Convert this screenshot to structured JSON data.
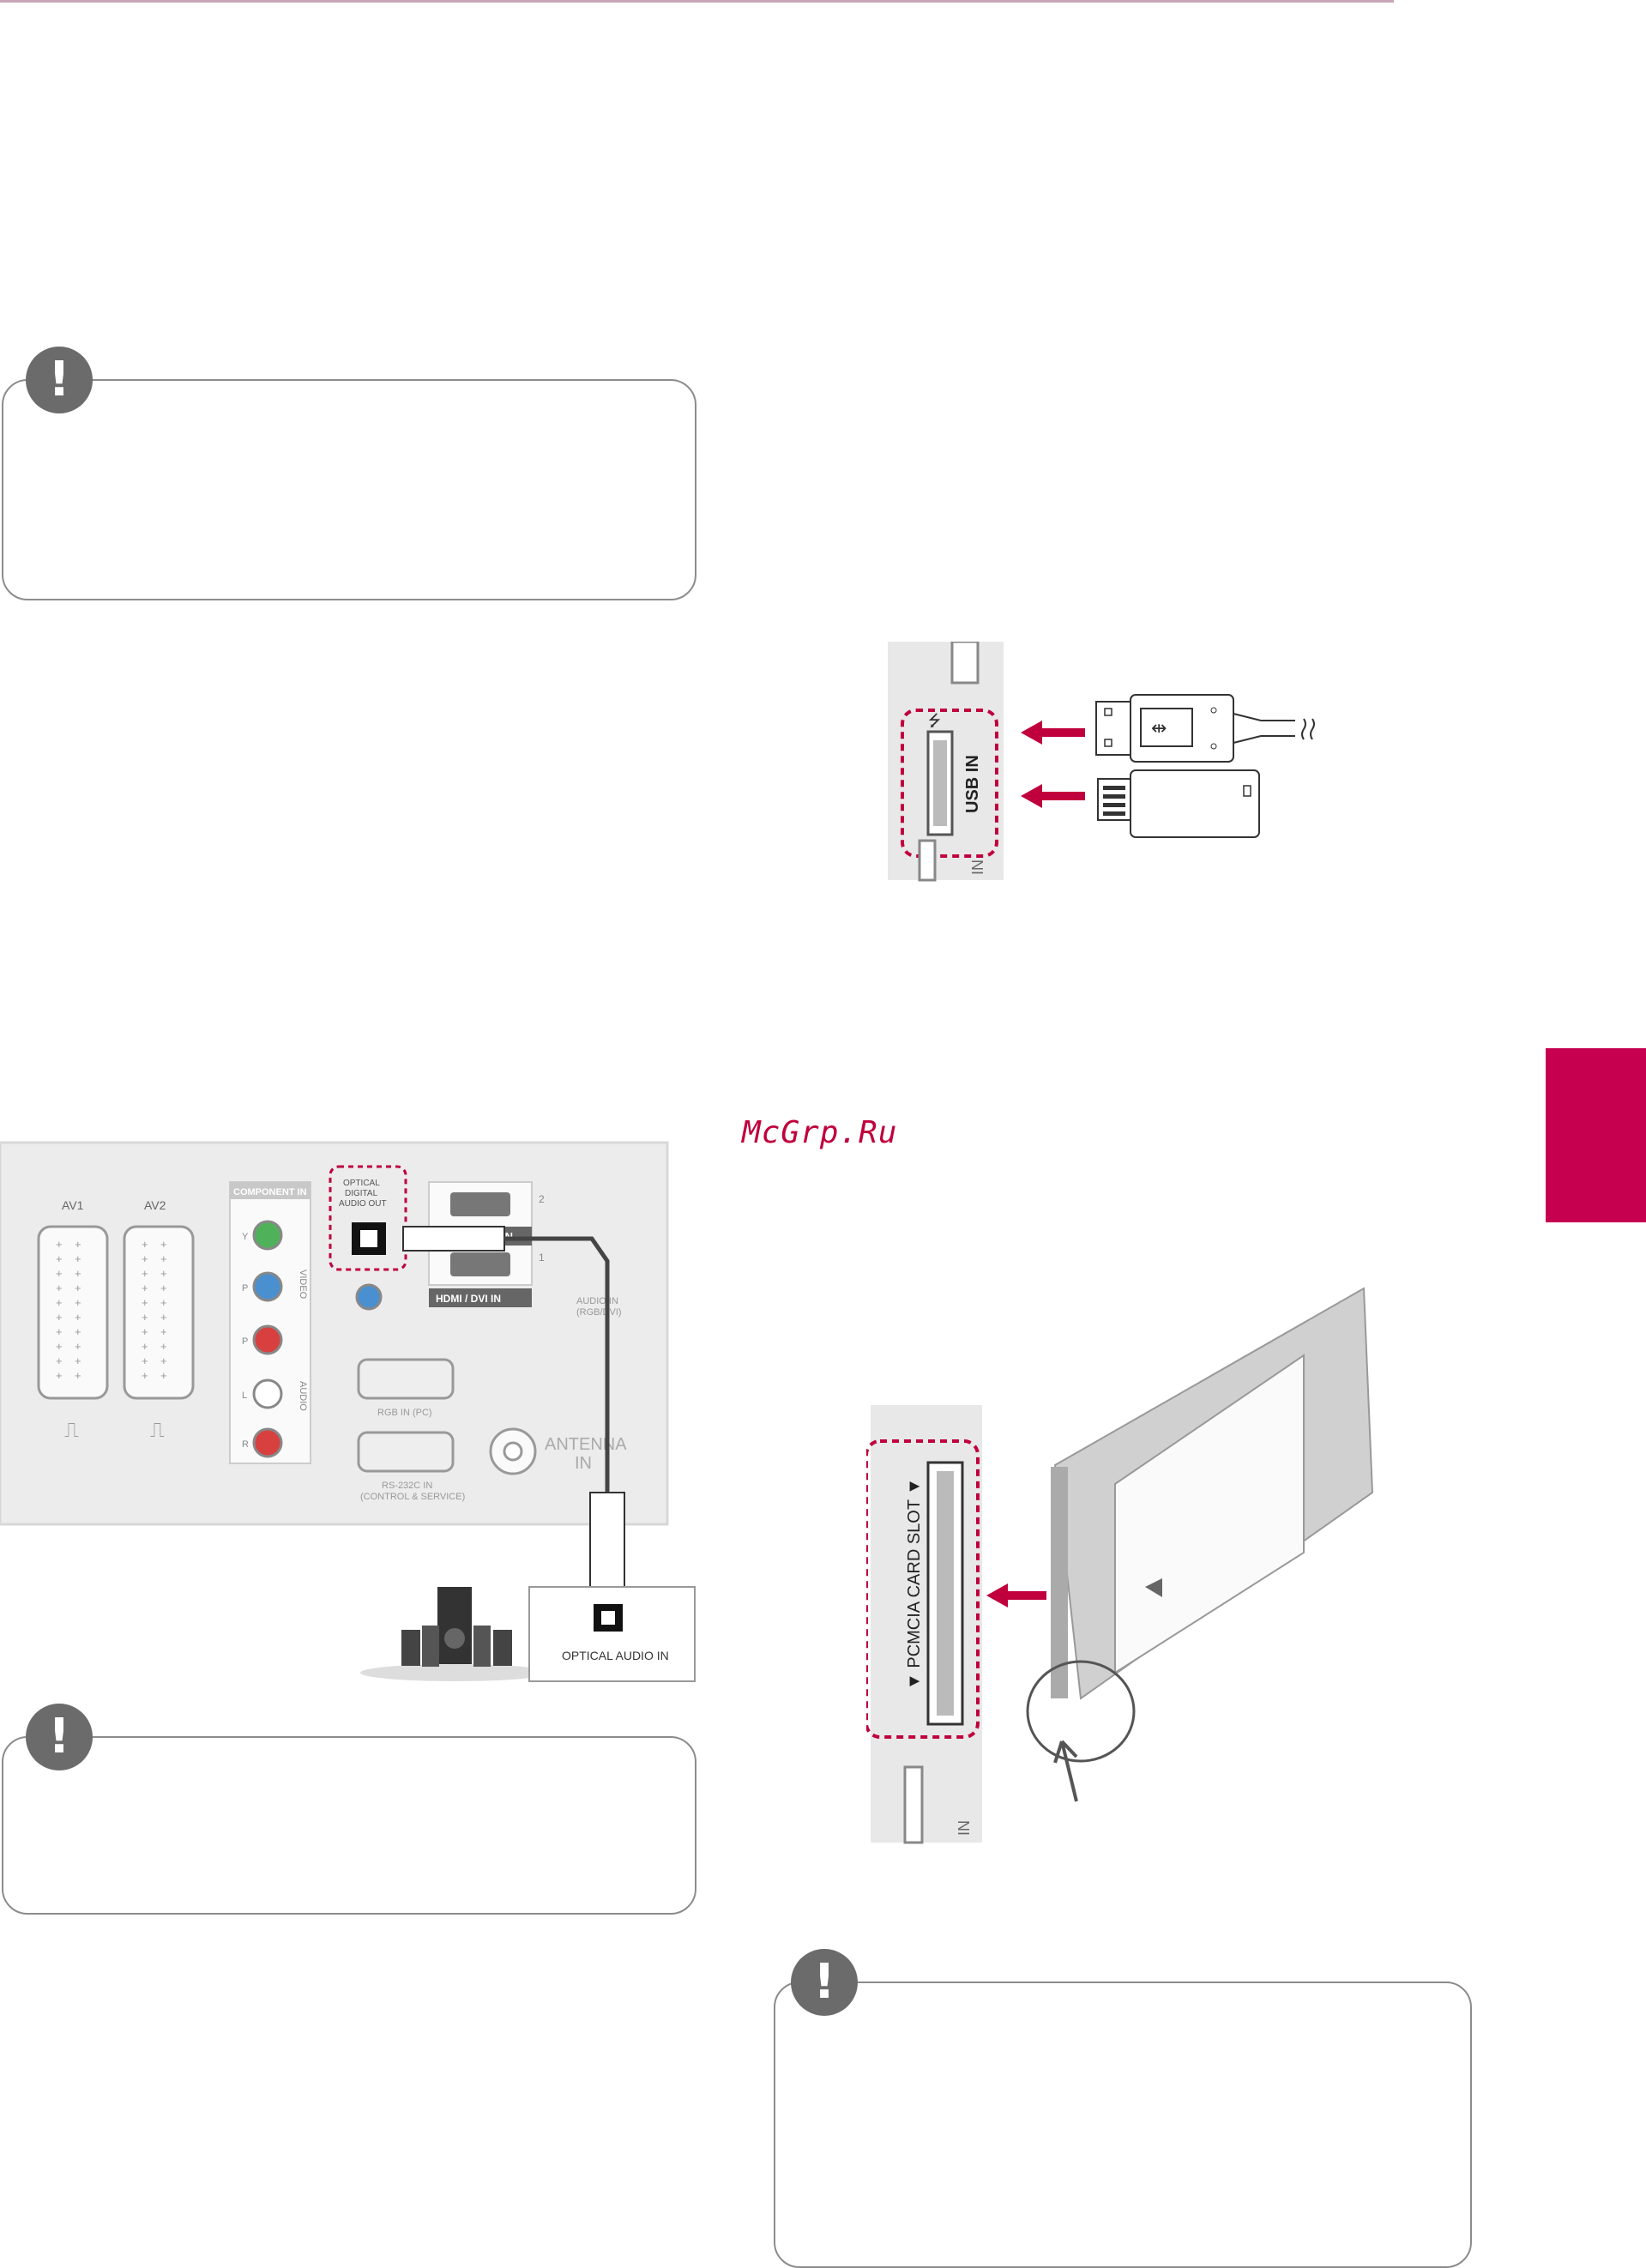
{
  "watermark": "McGrp.Ru",
  "figures": {
    "usb": {
      "port_label": "USB IN",
      "hdmi_partial_label": "IN"
    },
    "optical": {
      "scart1_label": "AV1",
      "scart2_label": "AV2",
      "component_label": "COMPONENT IN",
      "component_group_video": "VIDEO",
      "component_group_audio": "AUDIO",
      "comp_y": "Y",
      "comp_pb": "P",
      "comp_pr": "P",
      "comp_l": "L",
      "comp_r": "R",
      "optical_out_label_1": "OPTICAL",
      "optical_out_label_2": "DIGITAL",
      "optical_out_label_3": "AUDIO OUT",
      "hdmi2_number": "2",
      "hdmi1_number": "1",
      "hdmi_label": "IN",
      "hdmi_dvi_label": "HDMI / DVI IN",
      "audio_in_label_1": "AUDIO IN",
      "audio_in_label_2": "(RGB/DVI)",
      "rgb_label": "RGB IN (PC)",
      "rs232_label_1": "RS-232C IN",
      "rs232_label_2": "(CONTROL & SERVICE)",
      "antenna_label_1": "ANTENNA",
      "antenna_label_2": "IN",
      "optical_in_label": "OPTICAL AUDIO IN"
    },
    "pcmcia": {
      "slot_label": "▼ PCMCIA  CARD SLOT ▼",
      "usb_partial_label": "IN"
    }
  },
  "colors": {
    "accent": "#c6004f",
    "arrow": "#c0003c",
    "note_icon": "#6b6b6b",
    "panel": "#e8e8e8"
  }
}
